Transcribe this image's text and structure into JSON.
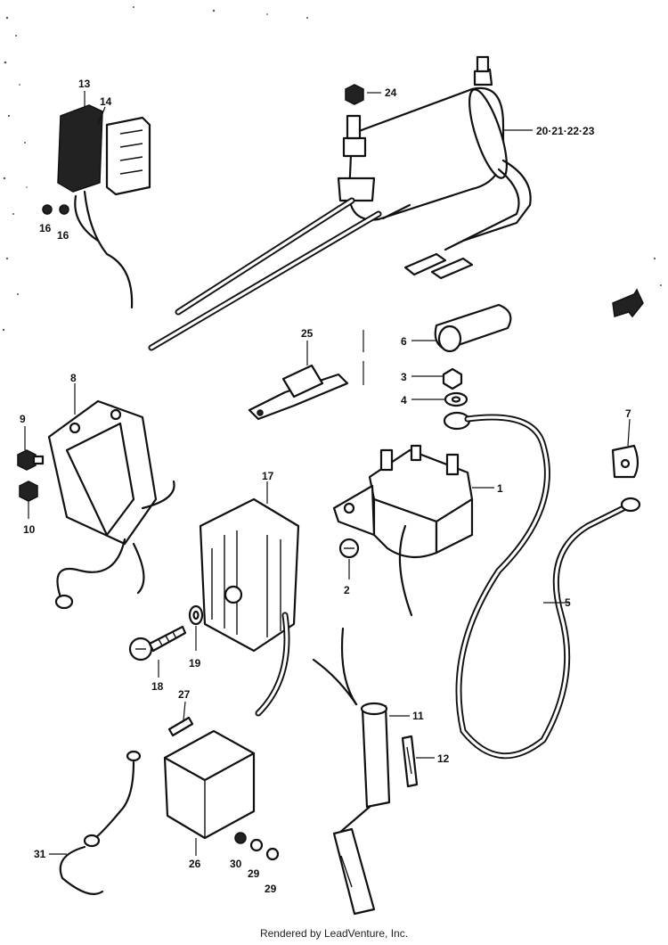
{
  "labels": {
    "p1": "1",
    "p2": "2",
    "p3": "3",
    "p4": "4",
    "p5": "5",
    "p6": "6",
    "p7": "7",
    "p8": "8",
    "p9": "9",
    "p10": "10",
    "p11": "11",
    "p12": "12",
    "p13": "13",
    "p14": "14",
    "p16": "16",
    "p16b": "16",
    "p17": "17",
    "p18": "18",
    "p19": "19",
    "p20": "20·21·22·23",
    "p24": "24",
    "p25": "25",
    "p26": "26",
    "p27": "27",
    "p29": "29",
    "p29b": "29",
    "p30": "30",
    "p31": "31"
  },
  "footer": "Rendered by LeadVenture, Inc."
}
